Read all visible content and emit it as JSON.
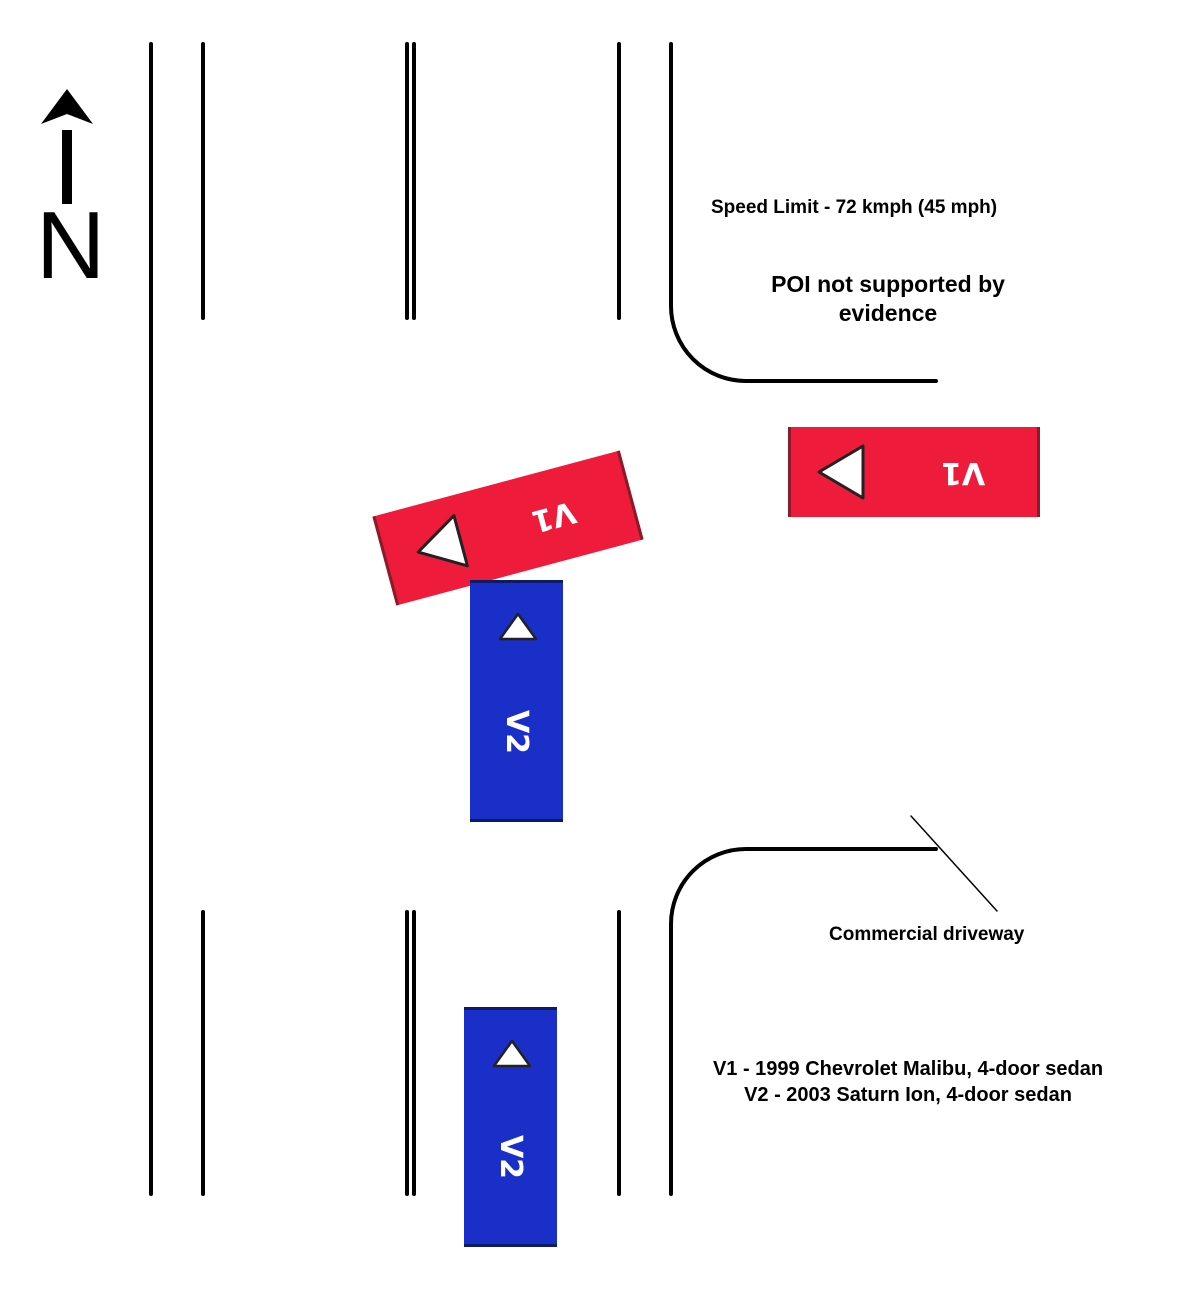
{
  "compass": {
    "letter": "N"
  },
  "labels": {
    "speed_limit": "Speed Limit - 72 kmph (45 mph)",
    "poi": "POI not supported by evidence",
    "driveway": "Commercial driveway",
    "vehicles": [
      "V1 - 1999 Chevrolet Malibu, 4-door sedan",
      "V2 - 2003 Saturn Ion, 4-door sedan"
    ]
  },
  "vehicles": [
    {
      "id": "V1",
      "label": "V1",
      "color": "#ee1c3a",
      "state": "pre-impact",
      "heading": "west"
    },
    {
      "id": "V1",
      "label": "V1",
      "color": "#ee1c3a",
      "state": "impact",
      "heading": "west"
    },
    {
      "id": "V2",
      "label": "V2",
      "color": "#1a2ec8",
      "state": "impact",
      "heading": "north"
    },
    {
      "id": "V2",
      "label": "V2",
      "color": "#1a2ec8",
      "state": "pre-impact",
      "heading": "north"
    }
  ]
}
